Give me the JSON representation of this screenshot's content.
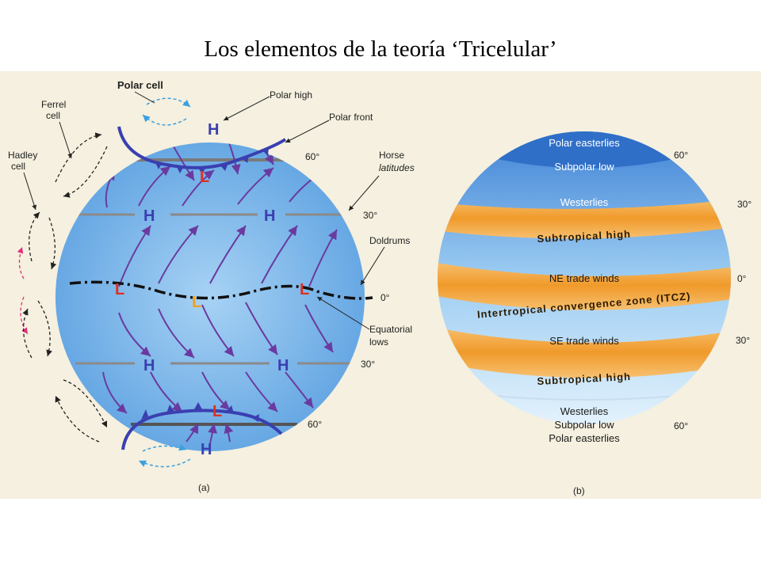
{
  "title": "Los elementos de la teoría ‘Tricelular’",
  "panel_a": {
    "caption": "(a)",
    "labels": {
      "polar_cell": "Polar cell",
      "ferrel_cell_1": "Ferrel",
      "ferrel_cell_2": "cell",
      "hadley_cell_1": "Hadley",
      "hadley_cell_2": "cell",
      "polar_high": "Polar high",
      "polar_front": "Polar front",
      "horse_1": "Horse",
      "horse_2": "latitudes",
      "doldrums": "Doldrums",
      "equatorial_1": "Equatorial",
      "equatorial_2": "lows"
    },
    "latitudes": {
      "n60": "60°",
      "n30": "30°",
      "eq": "0°",
      "s30": "30°",
      "s60": "60°"
    },
    "pressure": {
      "high": "H",
      "low": "L"
    }
  },
  "panel_b": {
    "caption": "(b)",
    "bands": {
      "polar_easterlies_n": "Polar easterlies",
      "subpolar_low_n": "Subpolar low",
      "westerlies_n": "Westerlies",
      "subtropical_high_n": "Subtropical high",
      "ne_trade_winds": "NE trade winds",
      "itcz": "Intertropical convergence zone (ITCZ)",
      "se_trade_winds": "SE trade winds",
      "subtropical_high_s": "Subtropical high",
      "westerlies_s": "Westerlies",
      "subpolar_low_s": "Subpolar low",
      "polar_easterlies_s": "Polar easterlies"
    },
    "latitudes": {
      "n60": "60°",
      "n30": "30°",
      "eq": "0°",
      "s30": "30°",
      "s60": "60°"
    }
  },
  "colors": {
    "globe_light": "#d8ecfa",
    "globe_dark": "#5a9fe0",
    "front": "#3a3fb0",
    "wind_arrow": "#6a3aa0",
    "low_marker": "#e03020",
    "subtropical_band": "#f3a640",
    "cell_arrow_blue": "#3aa0e0",
    "cell_arrow_pink": "#e0307a"
  }
}
